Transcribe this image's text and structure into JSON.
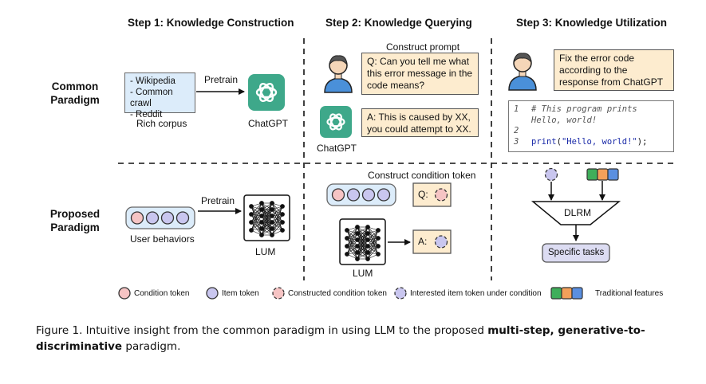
{
  "steps": {
    "step1": "Step 1: Knowledge Construction",
    "step2": "Step 2: Knowledge Querying",
    "step3": "Step 3: Knowledge Utilization"
  },
  "paradigms": {
    "common": "Common Paradigm",
    "proposed": "Proposed Paradigm"
  },
  "common_row": {
    "corpus_items": [
      "- Wikipedia",
      "- Common crawl",
      "- Reddit"
    ],
    "corpus_label": "Rich corpus",
    "pretrain_label": "Pretrain",
    "chatgpt_label_1": "ChatGPT",
    "construct_prompt": "Construct prompt",
    "question": "Q: Can you tell me what this error message in the code means?",
    "answer": "A: This is caused by XX, you could attempt to XX.",
    "chatgpt_label_2": "ChatGPT",
    "instruction": "Fix the error code according to the response from ChatGPT",
    "code": {
      "line1_no": "1",
      "line1": "# This program prints",
      "line1b": "Hello, world!",
      "line2_no": "2",
      "line3_no": "3",
      "line3_fn": "print",
      "line3_open": "(",
      "line3_str": "\"Hello, world!\"",
      "line3_close": ");"
    }
  },
  "proposed_row": {
    "user_behaviors": "User behaviors",
    "pretrain_label": "Pretrain",
    "lum_label_1": "LUM",
    "construct_condition": "Construct condition token",
    "q_label": "Q:",
    "a_label": "A:",
    "lum_label_2": "LUM",
    "dlrm_label": "DLRM",
    "specific_tasks": "Specific tasks"
  },
  "legend": {
    "condition_token": "Condition token",
    "item_token": "Item token",
    "constructed_condition_token": "Constructed condition token",
    "interested_item_token": "Interested item token under condition",
    "traditional_features": "Traditional features"
  },
  "caption": {
    "prefix": "Figure 1.",
    "text": " Intuitive insight from the common paradigm in using LLM to the proposed ",
    "bold": "multi-step, generative-to-discriminative",
    "suffix": " paradigm."
  },
  "colors": {
    "condition_token": "#f6c4c4",
    "item_token": "#c9c6ef",
    "bubble": "#fdeccf",
    "corpus": "#dcecfa",
    "chatgpt_logo": "#3ea88a",
    "user_shirt": "#4a90d9",
    "feature_green": "#3fae5a",
    "feature_orange": "#f3a05a",
    "feature_blue": "#5a8fe0"
  }
}
